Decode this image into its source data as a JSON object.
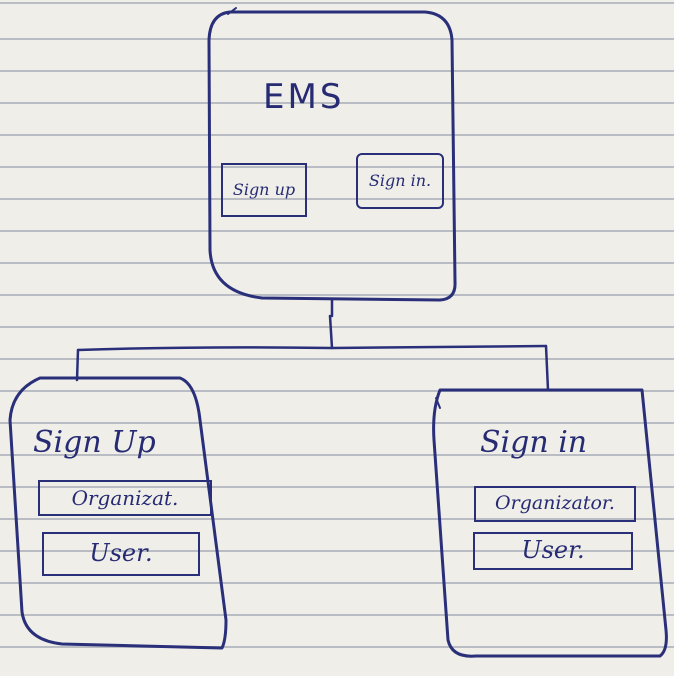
{
  "ems": {
    "title": "EMS",
    "sign_up_button": "Sign up",
    "sign_in_button": "Sign in."
  },
  "sign_up_screen": {
    "title": "Sign Up",
    "organization_button": "Organizat.",
    "user_button": "User."
  },
  "sign_in_screen": {
    "title": "Sign in",
    "organization_button": "Organizator.",
    "user_button": "User."
  },
  "colors": {
    "ink": "#2a2f7a",
    "paper": "#efeee9",
    "ruled_line": "#b9bcc2"
  }
}
